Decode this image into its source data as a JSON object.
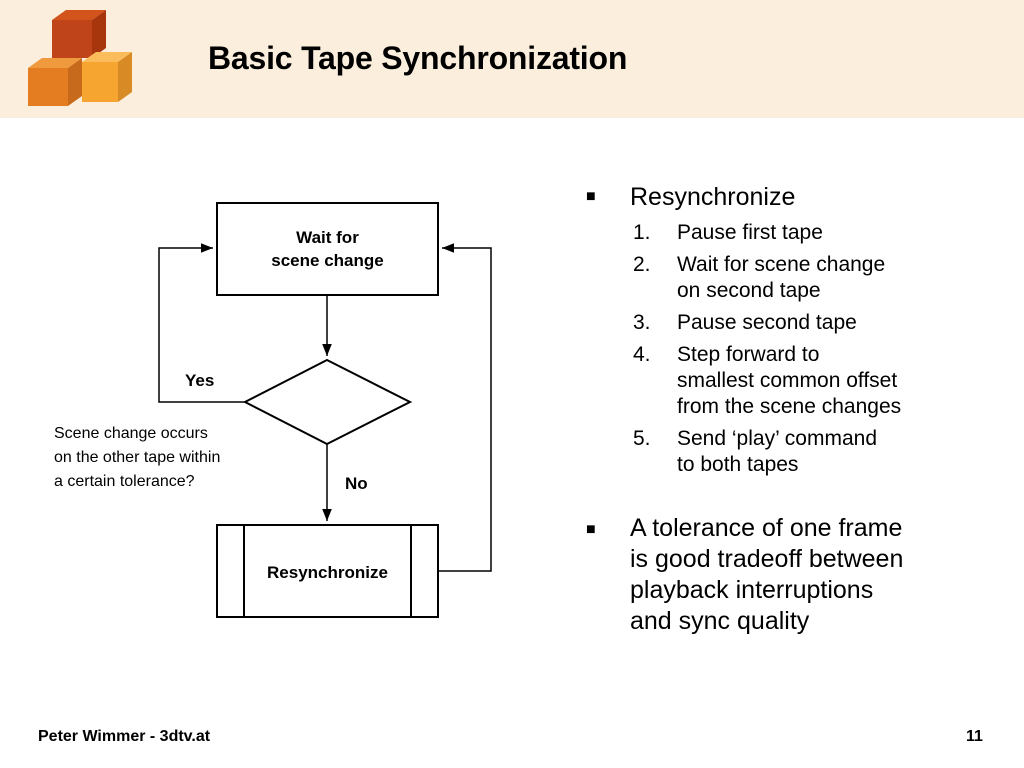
{
  "slide": {
    "title": "Basic Tape Synchronization",
    "header_color": "#fbeedd"
  },
  "diagram": {
    "wait_box": {
      "line1": "Wait for",
      "line2": "scene change"
    },
    "decision_note": {
      "line1": "Scene change occurs",
      "line2": "on the other tape within",
      "line3": "a certain tolerance?"
    },
    "yes_label": "Yes",
    "no_label": "No",
    "resync_box": "Resynchronize"
  },
  "bullets": {
    "marker": "■",
    "first": {
      "text": "Resynchronize",
      "steps": [
        {
          "num": "1.",
          "line1": "Pause first tape",
          "line2": "",
          "line3": ""
        },
        {
          "num": "2.",
          "line1": "Wait for scene change",
          "line2": "on second tape",
          "line3": ""
        },
        {
          "num": "3.",
          "line1": "Pause second tape",
          "line2": "",
          "line3": ""
        },
        {
          "num": "4.",
          "line1": "Step forward to",
          "line2": "smallest common offset",
          "line3": "from the scene changes"
        },
        {
          "num": "5.",
          "line1": "Send ‘play’ command",
          "line2": "to both tapes",
          "line3": ""
        }
      ]
    },
    "second": {
      "line1": "A tolerance of one frame",
      "line2": "is good tradeoff between",
      "line3": "playback interruptions",
      "line4": "and sync quality"
    }
  },
  "footer": {
    "author": "Peter Wimmer - 3dtv.at",
    "page_number": "11"
  }
}
